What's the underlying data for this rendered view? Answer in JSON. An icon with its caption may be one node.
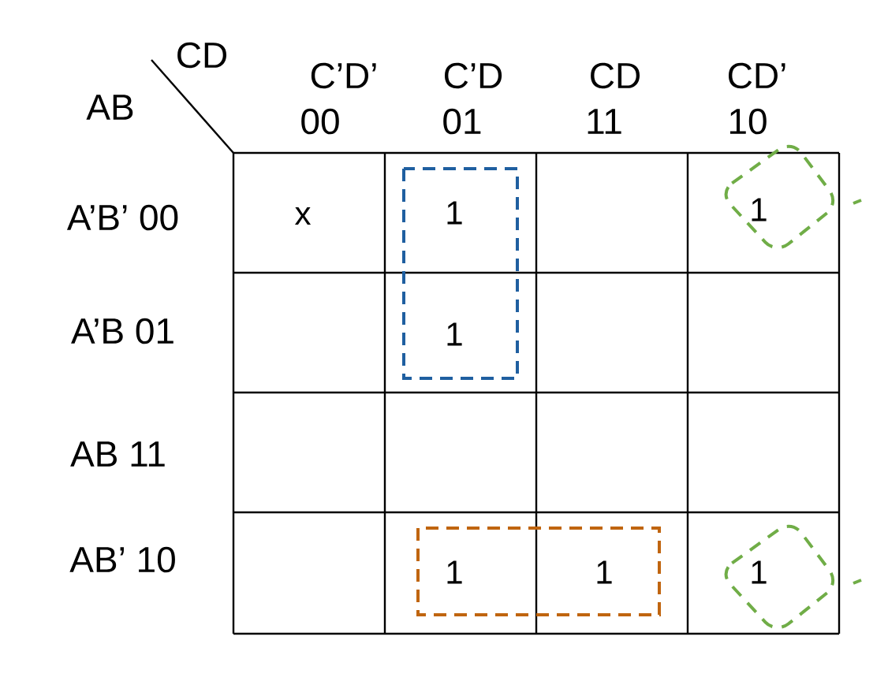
{
  "diagram": {
    "labels": [
      "CD",
      "AB",
      "C’D’",
      "00",
      "C’D",
      "01",
      "CD",
      "11",
      "CD’",
      "10",
      "A’B’ 00",
      "A’B 01",
      "AB 11",
      "AB’ 10",
      "x",
      "1",
      "1",
      "1",
      "1",
      "1",
      "1"
    ]
  }
}
